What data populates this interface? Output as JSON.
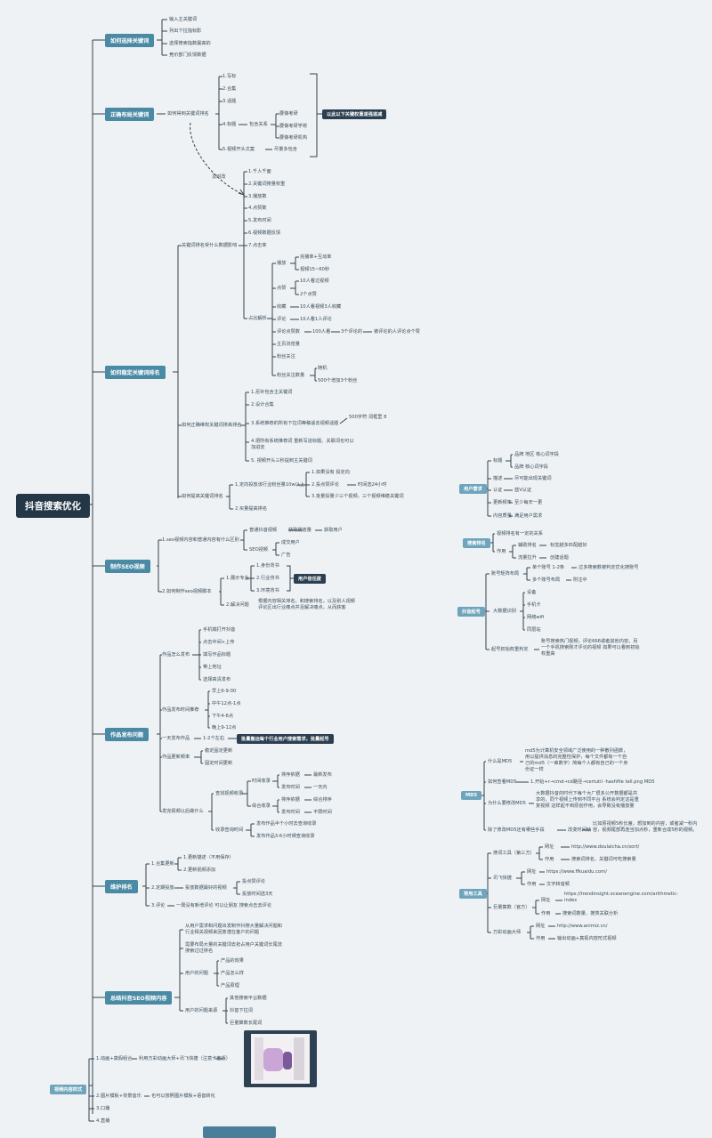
{
  "root": "抖音搜索优化",
  "branches": {
    "keyword": {
      "title": "如何选择关键词",
      "items": [
        "输入主关键词",
        "列出下拉指标影",
        "选择搜索指数最高的",
        "竞价部门反馈数据"
      ]
    },
    "layout": {
      "title": "正确布局关键词",
      "group": "如何得到关键词排名",
      "items": [
        "1.写标",
        "2.合集",
        "3.话题",
        "4.标题",
        "5.视频开头文案"
      ],
      "contains_label": "包含关系",
      "contains_items": [
        "要做考研",
        "要做考研学校",
        "要做考研机构"
      ],
      "try_label": "尽量多包含",
      "callout": "以此以下关键权重递强递减",
      "dashed_label": "及时改"
    },
    "stable": {
      "title": "如何稳定关键词排名",
      "factors_label": "关键词排名受什么数据影响",
      "factors": [
        "1.千人千面",
        "2.关键词搜量权重",
        "3.播放数",
        "4.点赞数",
        "5.发布时间",
        "6.视频数据反馈",
        "7.点击率"
      ],
      "compare_label": "占比解析",
      "play_label": "播放",
      "play_items": [
        "完播率+互动率",
        "视频15~60秒"
      ],
      "like_label": "点赞",
      "like_items": [
        "10人看过视频",
        "2个点赞"
      ],
      "collect_label": "收藏",
      "collect_value": "10人看视频3人收藏",
      "comment_label": "评论",
      "comment_value": "10人看1人评论",
      "comment_count_label": "评论点赞数",
      "comment_count_value": "100人看",
      "comment_count_tail": "3个评论的",
      "comment_count_note": "被评论的人评论点个赞",
      "homepage_label": "主页浏览量",
      "fans_label": "粉丝关注",
      "fans_count_label": "粉丝关注数量",
      "fans_items": [
        "随机",
        "500个增加3个粉丝"
      ],
      "correct_label": "如何正确维权关键词排高排名",
      "correct_items": [
        "1.尼补包含主关键词",
        "2.设计合集",
        "3.系统推荐的所有下拉词等稿适去视频话题",
        "4.把所有系统推荐词 重新写进标题、关联词也可以加进去",
        "5. 视频开头三秒提到主关键词"
      ],
      "correct_note": "500字符 词框里 8",
      "improve_label": "如何提高关键词排名",
      "improve_items": [
        "1.定向投放该行业粉丝量10w以上",
        "2.买量提高排名"
      ],
      "improve_sub": [
        "1.如果没有 投定向",
        "2.投点赞评论",
        "3.批量投量少三个视频，三个视频维稳关键词"
      ],
      "improve_sub_note": "时间选24小时"
    },
    "seo": {
      "title": "制作SEO视频",
      "group1": "1.seo视频内容和普通内容有什么区别",
      "group1_items": [
        "普通抖音视频",
        "SEO视频"
      ],
      "group1_a": [
        "获取播放量",
        "获取用户"
      ],
      "group1_b": [
        "成交用户",
        "广告"
      ],
      "group2": "2.如何制作seo视频脚本",
      "group2_items": [
        "1.展示专业",
        "2.解决问题"
      ],
      "pro_items": [
        "1.身份背书",
        "2.行业背书",
        "3.环境背书"
      ],
      "pro_callout": "用户信任度",
      "solve_note": "根据内容相关排名，和搜索排名，以及别人视频评论区出行业痛点并且解决痛点，从而获客"
    },
    "publish": {
      "title": "作品发布问题",
      "how_label": "作品怎么发布",
      "how_items": [
        "手机端打开抖音",
        "点击中间+上传",
        "填写作品标题",
        "带上地址",
        "选择高清发布"
      ],
      "time_label": "作品发布时间推荐",
      "time_items": [
        "早上6-9:00",
        "中午12点-1点",
        "下午4-6点",
        "晚上9-12点"
      ],
      "daily_label": "一天发布作品",
      "daily_value": "1-2个左右",
      "daily_callout": "批量搬运每个行业用户搜索需求，批量起号",
      "update_label": "作品更新频率",
      "update_items": [
        "稳定固定更新",
        "固定时间更新"
      ],
      "after_label": "发完视频以后做什么",
      "check_label": "查找视频收录",
      "check_items": [
        "时间收录",
        "综合收录"
      ],
      "time_sort": [
        "排序依据",
        "发布时间"
      ],
      "time_sort_vals": [
        "最新发布",
        "一天内"
      ],
      "all_sort": [
        "排序依据",
        "发布时间"
      ],
      "all_sort_vals": [
        "综合排序",
        "不限时间"
      ],
      "include_label": "收录查询时间",
      "include_items": [
        "发布作品半个小时去查询收录",
        "发布作品3-6小时候查询收录"
      ]
    },
    "maintain": {
      "title": "维护排名",
      "items": [
        "1.合集更新",
        "2.定期投放",
        "3.评论"
      ],
      "collect_items": [
        "1.更新描述（不用保存）",
        "2.更新视频添加"
      ],
      "invest_label": "投放数据最好的视频",
      "invest_items": [
        "投点赞评论",
        "投放时间选3天"
      ],
      "comment_note": "一周没有新增评论 可以让朋友 搜索点击去评论"
    },
    "summary": {
      "title": "总结抖音SEO视频内容",
      "p1": "从用户需求和问题出发制作抖搜大量解决问题和行业相关视频来回答潜在客户的问题",
      "p2": "需要布局大量的关键词去抢占用户关键词长尾流搜索过过排名",
      "need_label": "用户的问题",
      "need_items": [
        "产品的效果",
        "产品怎么样",
        "产品原理"
      ],
      "source_label": "用户的问题来源",
      "source_items": [
        "其他搜索平台数据",
        "抖音下拉词",
        "巨量算数长尾词"
      ]
    },
    "forms": {
      "title": "视频内容样式",
      "items": [
        "1.动画+真假组合",
        "2.图片模板+背景音乐",
        "3.口播",
        "4.直播"
      ],
      "item1_note": "利用万彩动画大师+讯飞快捷（注意卡套版）",
      "item2_note": "也可以按照图片模板+语音转化"
    }
  },
  "right": {
    "user": {
      "title": "用户需求",
      "items": [
        "标题",
        "描述",
        "认证",
        "更新频率",
        "内容质量"
      ],
      "title_items": [
        "品牌 地区 核心词字段",
        "品牌 核心词字段"
      ],
      "desc_value": "尽可能出现关键词",
      "auth_value": "蓝V认证",
      "freq_value": "至少每天一更",
      "quality_value": "满足用户需求"
    },
    "rank": {
      "title": "搜索排名",
      "items": [
        "视频排名有一定的关系",
        "作用"
      ],
      "effect_items": [
        "辅助排名",
        "流量拉升"
      ],
      "effect_vals": [
        "标签越多匹配越好",
        "创建话题"
      ]
    },
    "account": {
      "title": "抖音起号",
      "matrix_label": "账号矩阵布局",
      "matrix_items": [
        "单个账号 1-2条",
        "多个账号布局"
      ],
      "matrix_vals": [
        "过多搜索数被判定优化搜账号",
        "附注中"
      ],
      "bigdata_label": "大数据识别",
      "bigdata_items": [
        "设备",
        "手机卡",
        "网络wifi",
        "同层站"
      ],
      "weight_label": "起号初始权重判定",
      "weight_note": "账号搜索热门视频，评论666或者其他内容。另一个手机搜索刚才评论的视频 如果可以看到初始权重高"
    },
    "md5": {
      "title": "MD5",
      "items": [
        "什么是MD5",
        "如何查看MD5",
        "为什么要修改MD5",
        "除了修改MD5还有哪些手段"
      ],
      "what_note": "md5为计算机安全领域广泛使用的一种散列函数，用以提供消息的完整性保护，每个文件都有一个自己的md5（一串数字）简每个人都有自己的一个身份证一样",
      "view_note": "1.开始+r→cmd→cd路径→certutil -hashfile tell.png MD5",
      "why_note": "大数据抖音的时代下每个大厂很多公开数据都是共享的，同个视频上传到不同平台 系统会判定这是重复视频 这样起不到原创作用，会导致没有播放量",
      "other_label": "改变时间帧",
      "other_note": "比如原视频5秒长度，想加到的内容，或者减一秒内容，视频尾部再连当加点秒，重新合成5秒的视频。"
    },
    "tools": {
      "title": "常用工具",
      "groups": [
        "搜词工具（第三方）",
        "讯飞快捷",
        "巨量算数（官方）",
        "万彩动画大师"
      ],
      "g1_items": [
        "网址",
        "作用"
      ],
      "g1_vals": [
        "http://www.doulaicha.cn/sort/",
        "搜索词排名、关键词可吃搜索量"
      ],
      "g2_items": [
        "网址",
        "作用"
      ],
      "g2_vals": [
        "https://www.ffkuaidu.com/",
        "文字转音频"
      ],
      "g3_items": [
        "网址",
        "作用"
      ],
      "g3_vals": [
        "https://trendinsight.oceanengine.com/arithmetic-index",
        "搜索词数量、搜类关联分析"
      ],
      "g4_items": [
        "网址",
        "作用"
      ],
      "g4_vals": [
        "http://www.animiz.cn/",
        "输出动画+真视内容形式视频"
      ]
    }
  }
}
